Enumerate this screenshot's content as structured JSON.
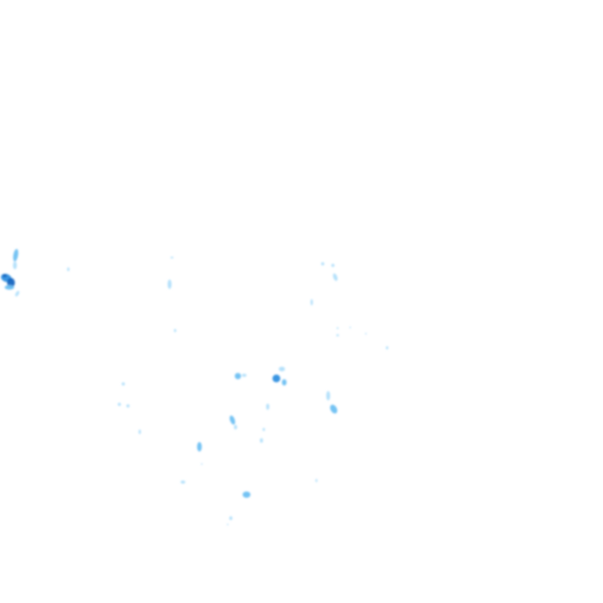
{
  "map": {
    "background_color": "#ffffff",
    "layer": "precipitation-radar-overlay",
    "intensity_colors": {
      "light": "#a8dcfa",
      "moderate": "#6ec0f2",
      "heavy": "#2f8fe0",
      "intense": "#1565c0"
    },
    "echo_intensity_levels": [
      "light",
      "moderate",
      "heavy",
      "intense"
    ]
  }
}
